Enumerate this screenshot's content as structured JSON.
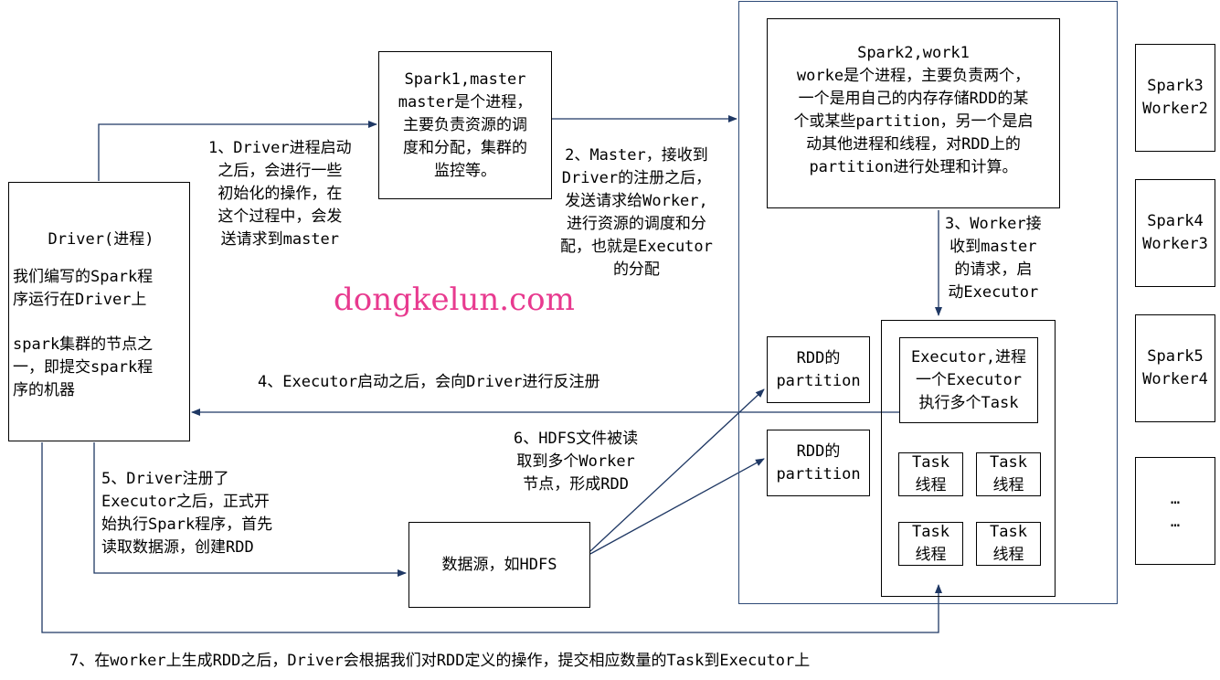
{
  "driver": {
    "title": "Driver(进程)",
    "desc1": [
      "我们编写的Spark程",
      "序运行在Driver上"
    ],
    "desc2": [
      "spark集群的节点之",
      "一，即提交spark程",
      "序的机器"
    ]
  },
  "master": {
    "lines": [
      "Spark1,master",
      "master是个进程，",
      "主要负责资源的调",
      "度和分配，集群的",
      "监控等。"
    ]
  },
  "worker1": {
    "lines": [
      "Spark2,work1",
      "worke是个进程，主要负责两个，",
      "一个是用自己的内存存储RDD的某",
      "个或某些partition，另一个是启",
      "动其他进程和线程，对RDD上的",
      "partition进行处理和计算。"
    ]
  },
  "executor": {
    "lines": [
      "Executor,进程",
      "一个Executor",
      "执行多个Task"
    ]
  },
  "tasks": [
    {
      "lines": [
        "Task",
        "线程"
      ]
    },
    {
      "lines": [
        "Task",
        "线程"
      ]
    },
    {
      "lines": [
        "Task",
        "线程"
      ]
    },
    {
      "lines": [
        "Task",
        "线程"
      ]
    }
  ],
  "partitions": [
    {
      "lines": [
        "RDD的",
        "partition"
      ]
    },
    {
      "lines": [
        "RDD的",
        "partition"
      ]
    }
  ],
  "datasource": {
    "label": "数据源，如HDFS"
  },
  "workers": [
    {
      "lines": [
        "Spark3",
        "Worker2"
      ]
    },
    {
      "lines": [
        "Spark4",
        "Worker3"
      ]
    },
    {
      "lines": [
        "Spark5",
        "Worker4"
      ]
    },
    {
      "lines": [
        "…",
        "…"
      ]
    }
  ],
  "steps": {
    "s1": [
      "1、Driver进程启动",
      "之后，会进行一些",
      "初始化的操作，在",
      "这个过程中，会发",
      "送请求到master"
    ],
    "s2": [
      "2、Master，接收到",
      "Driver的注册之后，",
      "发送请求给Worker,",
      "进行资源的调度和分",
      "配，也就是Executor",
      "的分配"
    ],
    "s3": [
      "3、Worker接",
      "收到master",
      "的请求，启",
      "动Executor"
    ],
    "s4": "4、Executor启动之后，会向Driver进行反注册",
    "s5": [
      "5、Driver注册了",
      "Executor之后，正式开",
      "始执行Spark程序，首先",
      "读取数据源，创建RDD"
    ],
    "s6": [
      "6、HDFS文件被读",
      "取到多个Worker",
      "节点，形成RDD"
    ],
    "s7": "7、在worker上生成RDD之后，Driver会根据我们对RDD定义的操作，提交相应数量的Task到Executor上"
  },
  "watermark": "dongkelun.com",
  "colors": {
    "arrow": "#1f3864",
    "box_border": "#2d4a77",
    "watermark": "#e83a8f"
  }
}
